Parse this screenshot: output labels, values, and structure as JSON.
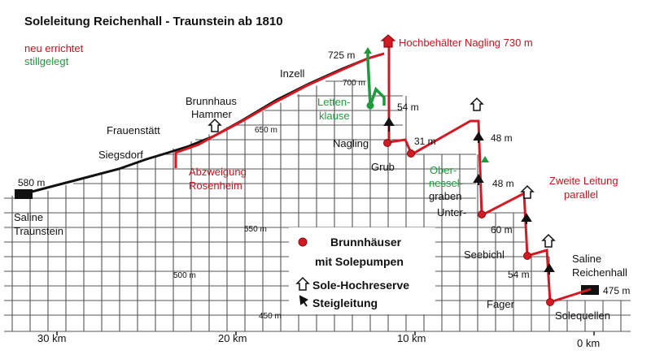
{
  "title": "Soleleitung Reichenhall - Traunstein ab 1810",
  "legend_top": {
    "new": "neu errichtet",
    "closed": "stillgelegt",
    "new_color": "#c0161e",
    "closed_color": "#1f9a3c"
  },
  "places": {
    "saline_traunstein_1": "Saline",
    "saline_traunstein_2": "Traunstein",
    "siegsdorf": "Siegsdorf",
    "frauenstaett": "Frauenstätt",
    "brunnhaus_hammer_1": "Brunnhaus",
    "brunnhaus_hammer_2": "Hammer",
    "inzell": "Inzell",
    "lettenklause_1": "Letten-",
    "lettenklause_2": "klause",
    "nagling": "Nagling",
    "grub": "Grub",
    "obernesselgraben_1": "Ober-",
    "obernesselgraben_2": "nessel-",
    "obernesselgraben_3": "graben",
    "unter": "Unter-",
    "seebichl": "Seebichl",
    "fager": "Fager",
    "saline_reichenhall_1": "Saline",
    "saline_reichenhall_2": "Reichenhall",
    "solequellen": "Solequellen"
  },
  "annotations": {
    "hochbehaelter": "Hochbehälter Nagling  730 m",
    "abzweigung_1": "Abzweigung",
    "abzweigung_2": "Rosenheim",
    "zweite_leitung_1": "Zweite Leitung",
    "zweite_leitung_2": "parallel"
  },
  "elevations": {
    "e580": "580 m",
    "e725": "725 m",
    "e475": "475 m",
    "h54a": "54 m",
    "h31": "31 m",
    "h48a": "48 m",
    "h48b": "48 m",
    "h60": "60 m",
    "h54b": "54 m"
  },
  "grid_labels": {
    "g700": "700 m",
    "g650": "650 m",
    "g550": "550 m",
    "g500": "500 m",
    "g450": "450 m"
  },
  "distance_labels": {
    "d30": "30 km",
    "d20": "20 km",
    "d10": "10 km",
    "d0": "0 km"
  },
  "legend_box": {
    "brunnhaeuser_1": "Brunnhäuser",
    "brunnhaeuser_2": "mit Solepumpen",
    "reserve": "Sole-Hochreserve",
    "steigleitung": "Steigleitung"
  }
}
